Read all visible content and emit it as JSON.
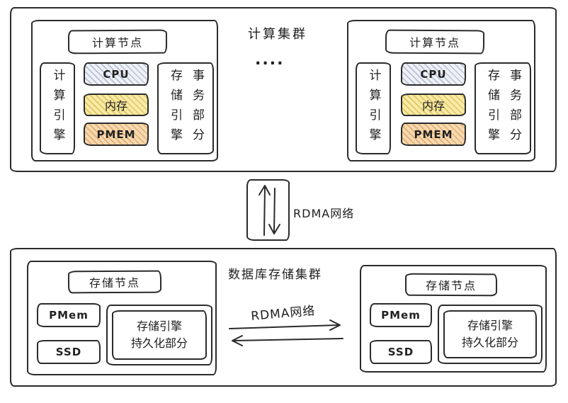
{
  "compute_cluster": {
    "label": "计算集群",
    "ellipsis": "....",
    "nodes": [
      {
        "title": "计算节点",
        "compute_engine": "计算引擎",
        "cpu": "CPU",
        "memory": "内存",
        "pmem": "PMEM",
        "storage_engine": "存储引擎",
        "transaction_part": "事务部分"
      },
      {
        "title": "计算节点",
        "compute_engine": "计算引擎",
        "cpu": "CPU",
        "memory": "内存",
        "pmem": "PMEM",
        "storage_engine": "存储引擎",
        "transaction_part": "事务部分"
      }
    ]
  },
  "interconnect": {
    "rdma_label": "RDMA网络"
  },
  "storage_cluster": {
    "label": "数据库存储集群",
    "rdma_label": "RDMA网络",
    "nodes": [
      {
        "title": "存储节点",
        "pmem": "PMem",
        "ssd": "SSD",
        "engine_line1": "存储引擎",
        "engine_line2": "持久化部分"
      },
      {
        "title": "存储节点",
        "pmem": "PMem",
        "ssd": "SSD",
        "engine_line1": "存储引擎",
        "engine_line2": "持久化部分"
      }
    ]
  },
  "colors": {
    "stroke": "#2b2b2b",
    "cpu_fill": "#eef1f7",
    "cpu_hatch": "#7885aa",
    "memory_fill": "#f9eba6",
    "memory_hatch": "#caa42a",
    "pmem_fill": "#f7d9b0",
    "pmem_hatch": "#cd8434"
  }
}
